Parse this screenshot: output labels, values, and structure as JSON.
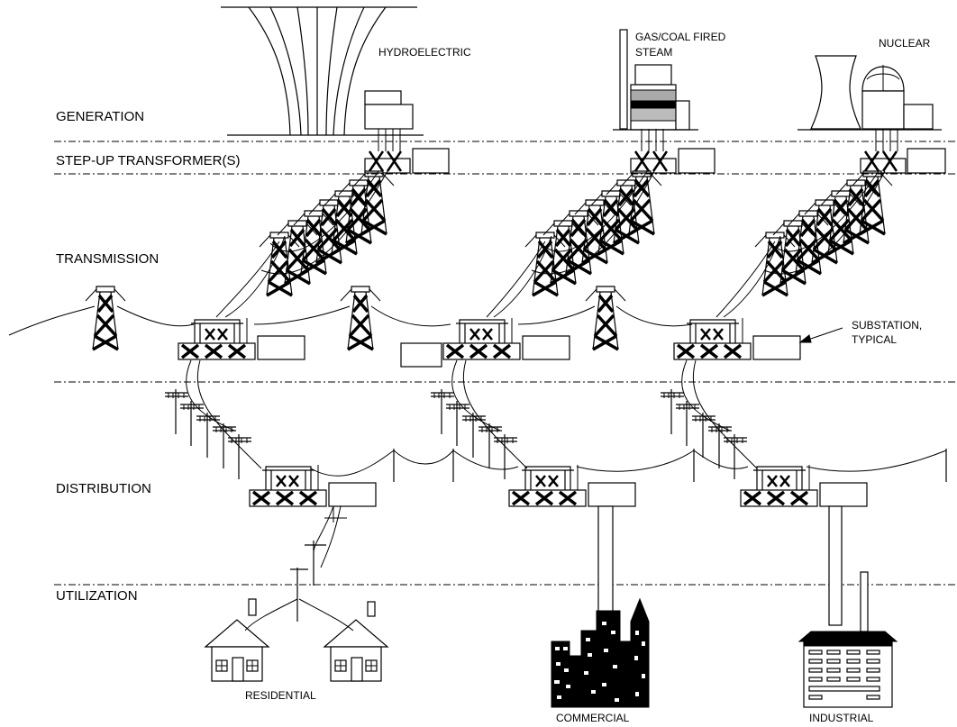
{
  "tiers": {
    "generation": "GENERATION",
    "step_up": "STEP-UP TRANSFORMER(S)",
    "transmission": "TRANSMISSION",
    "distribution": "DISTRIBUTION",
    "utilization": "UTILIZATION"
  },
  "sources": {
    "hydro": "HYDROELECTRIC",
    "gas_line1": "GAS/COAL FIRED",
    "gas_line2": "STEAM",
    "nuclear": "NUCLEAR"
  },
  "callout": {
    "line1": "SUBSTATION,",
    "line2": "TYPICAL"
  },
  "loads": {
    "residential": "RESIDENTIAL",
    "commercial": "COMMERCIAL",
    "industrial": "INDUSTRIAL"
  }
}
